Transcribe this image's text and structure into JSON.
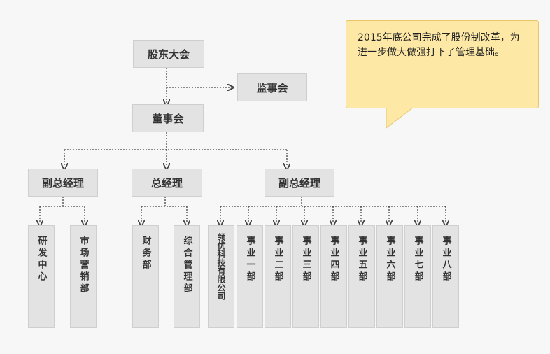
{
  "nodes": {
    "shareholders": "股东大会",
    "supervisory": "监事会",
    "board": "董事会",
    "deputy_gm_left": "副总经理",
    "gm": "总经理",
    "deputy_gm_right": "副总经理",
    "rd_center": "研发中心",
    "marketing": "市场营销部",
    "finance": "财务部",
    "general_mgmt": "综合管理部",
    "lingyou": "领优科技有限公司",
    "biz1": "事业一部",
    "biz2": "事业二部",
    "biz3": "事业三部",
    "biz4": "事业四部",
    "biz5": "事业五部",
    "biz6": "事业六部",
    "biz7": "事业七部",
    "biz8": "事业八部"
  },
  "callout": {
    "text": "2015年底公司完成了股份制改革，为进一步做大做强打下了管理基础。"
  },
  "colors": {
    "box_fill": "#e3e3e3",
    "line": "#444444",
    "callout_fill": "#fde8a6"
  }
}
